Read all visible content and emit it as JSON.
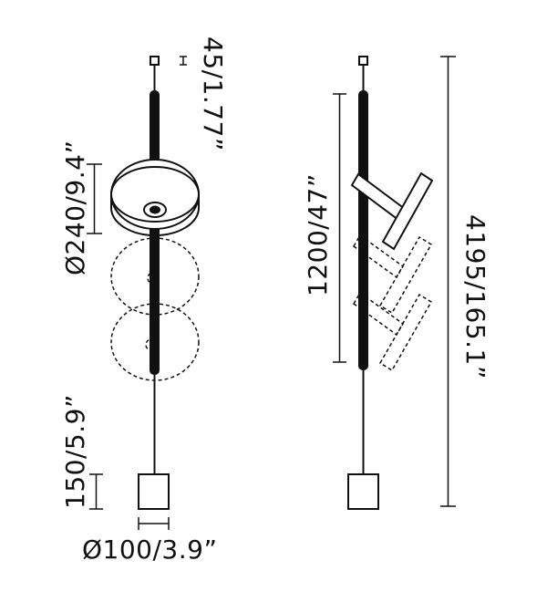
{
  "dimensions": {
    "top_connector": "45/1.77”",
    "disc_diameter": "Ø240/9.4”",
    "rod_length": "1200/47”",
    "total_height": "4195/165.1”",
    "base_height": "150/5.9”",
    "base_diameter": "Ø100/3.9”"
  },
  "colors": {
    "line": "#111111",
    "background": "#ffffff"
  }
}
